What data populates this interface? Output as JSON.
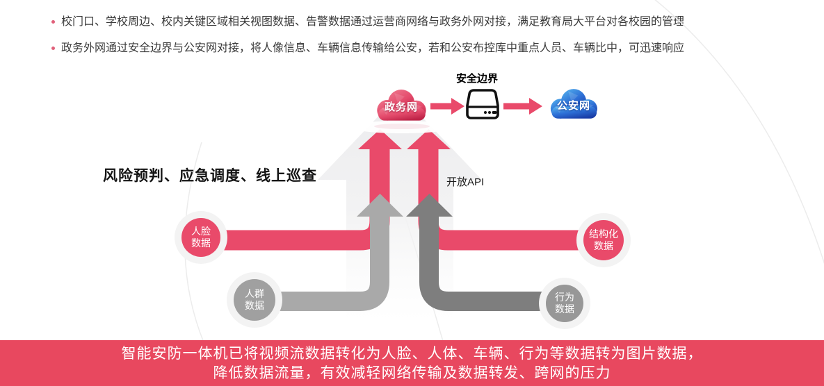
{
  "bullets": [
    {
      "text": "校门口、学校周边、校内关键区域相关视图数据、告警数据通过运营商网络与政务外网对接，满足教育局大平台对各校园的管理"
    },
    {
      "text": "政务外网通过安全边界与公安网对接，将人像信息、车辆信息传输给公安，若和公安布控库中重点人员、车辆比中，可迅速响应"
    }
  ],
  "diagram": {
    "left_title": "风险预判、应急调度、线上巡查",
    "secure_boundary_label": "安全边界",
    "open_api_label": "开放API",
    "gov_cloud_label": "政务网",
    "police_cloud_label": "公安网",
    "nodes": {
      "face": {
        "label": "人脸\n数据",
        "type": "red"
      },
      "crowd": {
        "label": "人群\n数据",
        "type": "gray"
      },
      "structured": {
        "label": "结构化\n数据",
        "type": "red"
      },
      "behavior": {
        "label": "行为\n数据",
        "type": "gray"
      }
    },
    "icons": [
      "gov-cloud-icon",
      "police-cloud-icon",
      "security-gateway-icon",
      "up-arrow",
      "right-arrow"
    ]
  },
  "banner": {
    "line1": "智能安防一体机已将视频流数据转化为人脸、人体、车辆、行为等数据转为图片数据，",
    "line2": "降低数据流量，有效减轻网络传输及数据转发、跨网的压力"
  },
  "colors": {
    "accent_red": "#e94a6a",
    "banner_red": "#e8485f",
    "light_gray_flow": "#a9a9a9",
    "dark_gray_flow": "#7e7e7e",
    "node_gray": "#9d9d9d",
    "house_bg": "#f0f0f0",
    "bullet_dot": "#e0607a",
    "gov_cloud_dark": "#c2274a",
    "police_cloud_dark": "#1b47b0"
  }
}
